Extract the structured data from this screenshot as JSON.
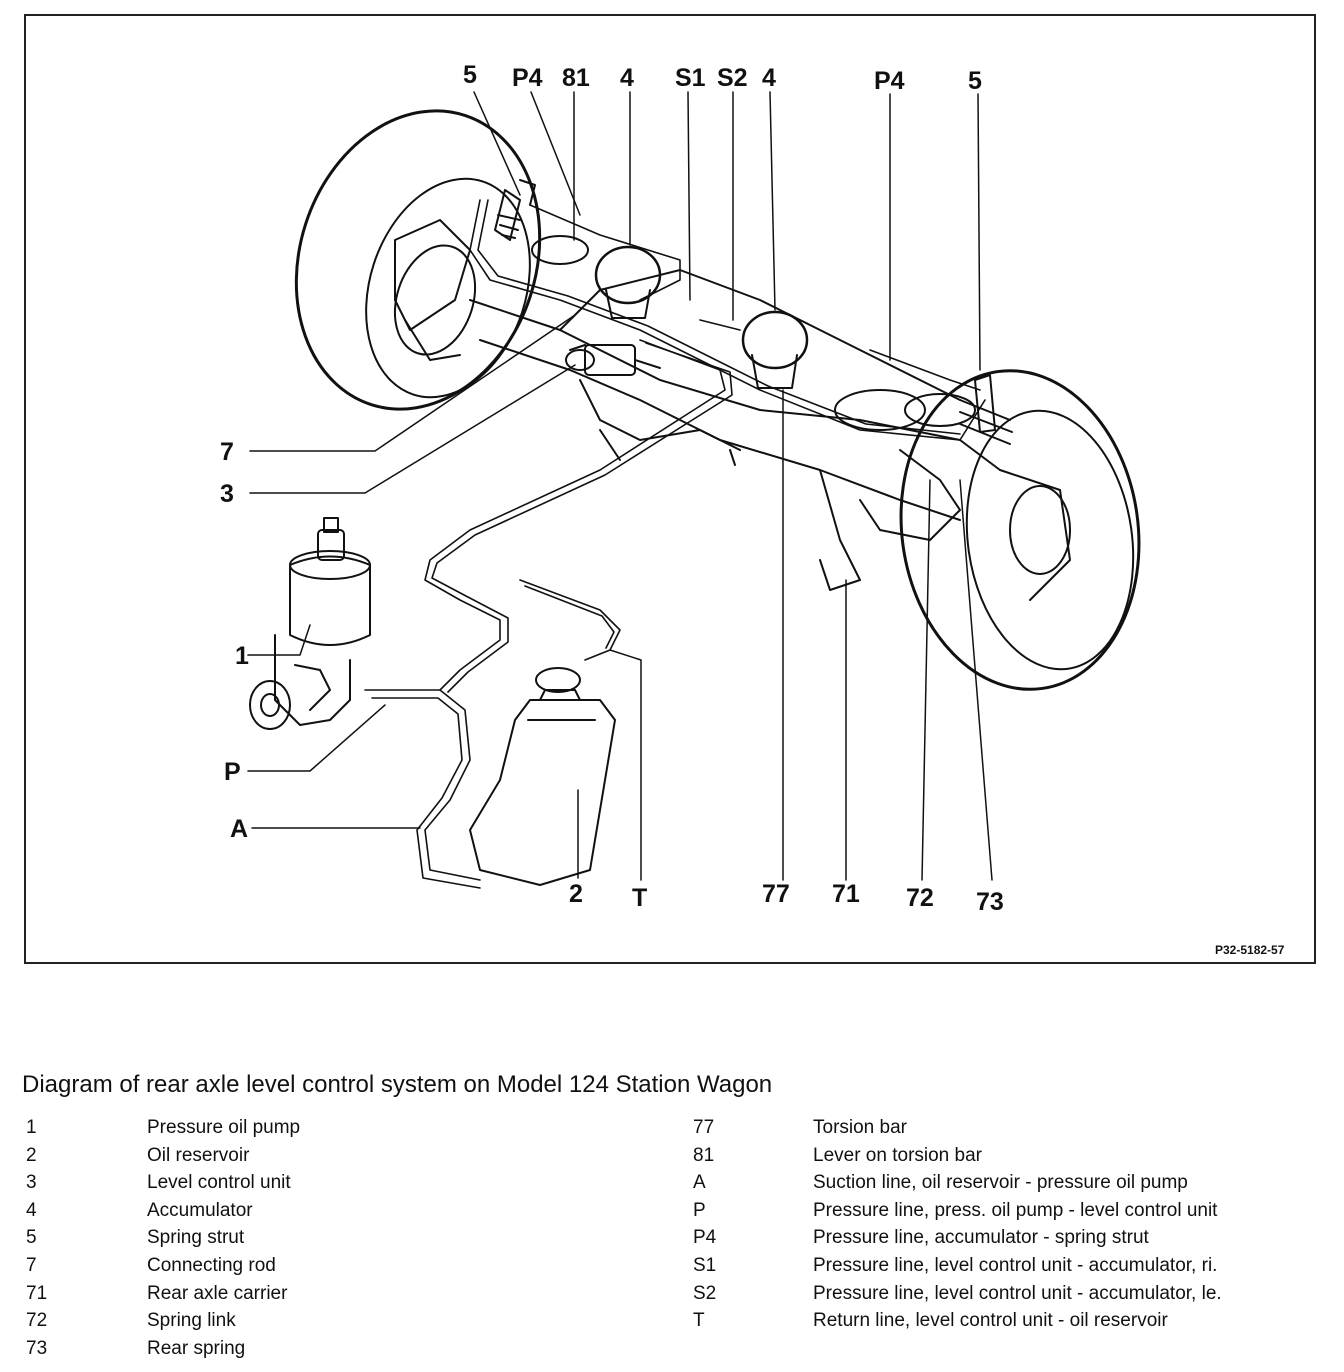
{
  "figure": {
    "reference_code": "P32-5182-57",
    "callouts": {
      "top": [
        "5",
        "P4",
        "81",
        "4",
        "S1",
        "S2",
        "4",
        "P4",
        "5"
      ],
      "left": [
        "7",
        "3",
        "1",
        "P",
        "A"
      ],
      "bottom": [
        "2",
        "T",
        "77",
        "71",
        "72",
        "73"
      ]
    }
  },
  "caption": "Diagram of rear axle level control system on Model 124 Station Wagon",
  "legend": {
    "left": [
      {
        "code": "1",
        "text": "Pressure oil pump"
      },
      {
        "code": "2",
        "text": "Oil reservoir"
      },
      {
        "code": "3",
        "text": "Level control unit"
      },
      {
        "code": "4",
        "text": "Accumulator"
      },
      {
        "code": "5",
        "text": "Spring strut"
      },
      {
        "code": "7",
        "text": "Connecting rod"
      },
      {
        "code": "71",
        "text": "Rear axle carrier"
      },
      {
        "code": "72",
        "text": "Spring link"
      },
      {
        "code": "73",
        "text": "Rear spring"
      }
    ],
    "right": [
      {
        "code": "77",
        "text": "Torsion bar"
      },
      {
        "code": "81",
        "text": "Lever on torsion bar"
      },
      {
        "code": "A",
        "text": "Suction line, oil reservoir - pressure oil pump"
      },
      {
        "code": "P",
        "text": "Pressure line, press. oil pump - level control unit"
      },
      {
        "code": "P4",
        "text": "Pressure line, accumulator - spring strut"
      },
      {
        "code": "S1",
        "text": "Pressure line, level control unit - accumulator, ri."
      },
      {
        "code": "S2",
        "text": "Pressure line, level control unit - accumulator, le."
      },
      {
        "code": "T",
        "text": "Return line, level control unit - oil reservoir"
      }
    ]
  }
}
